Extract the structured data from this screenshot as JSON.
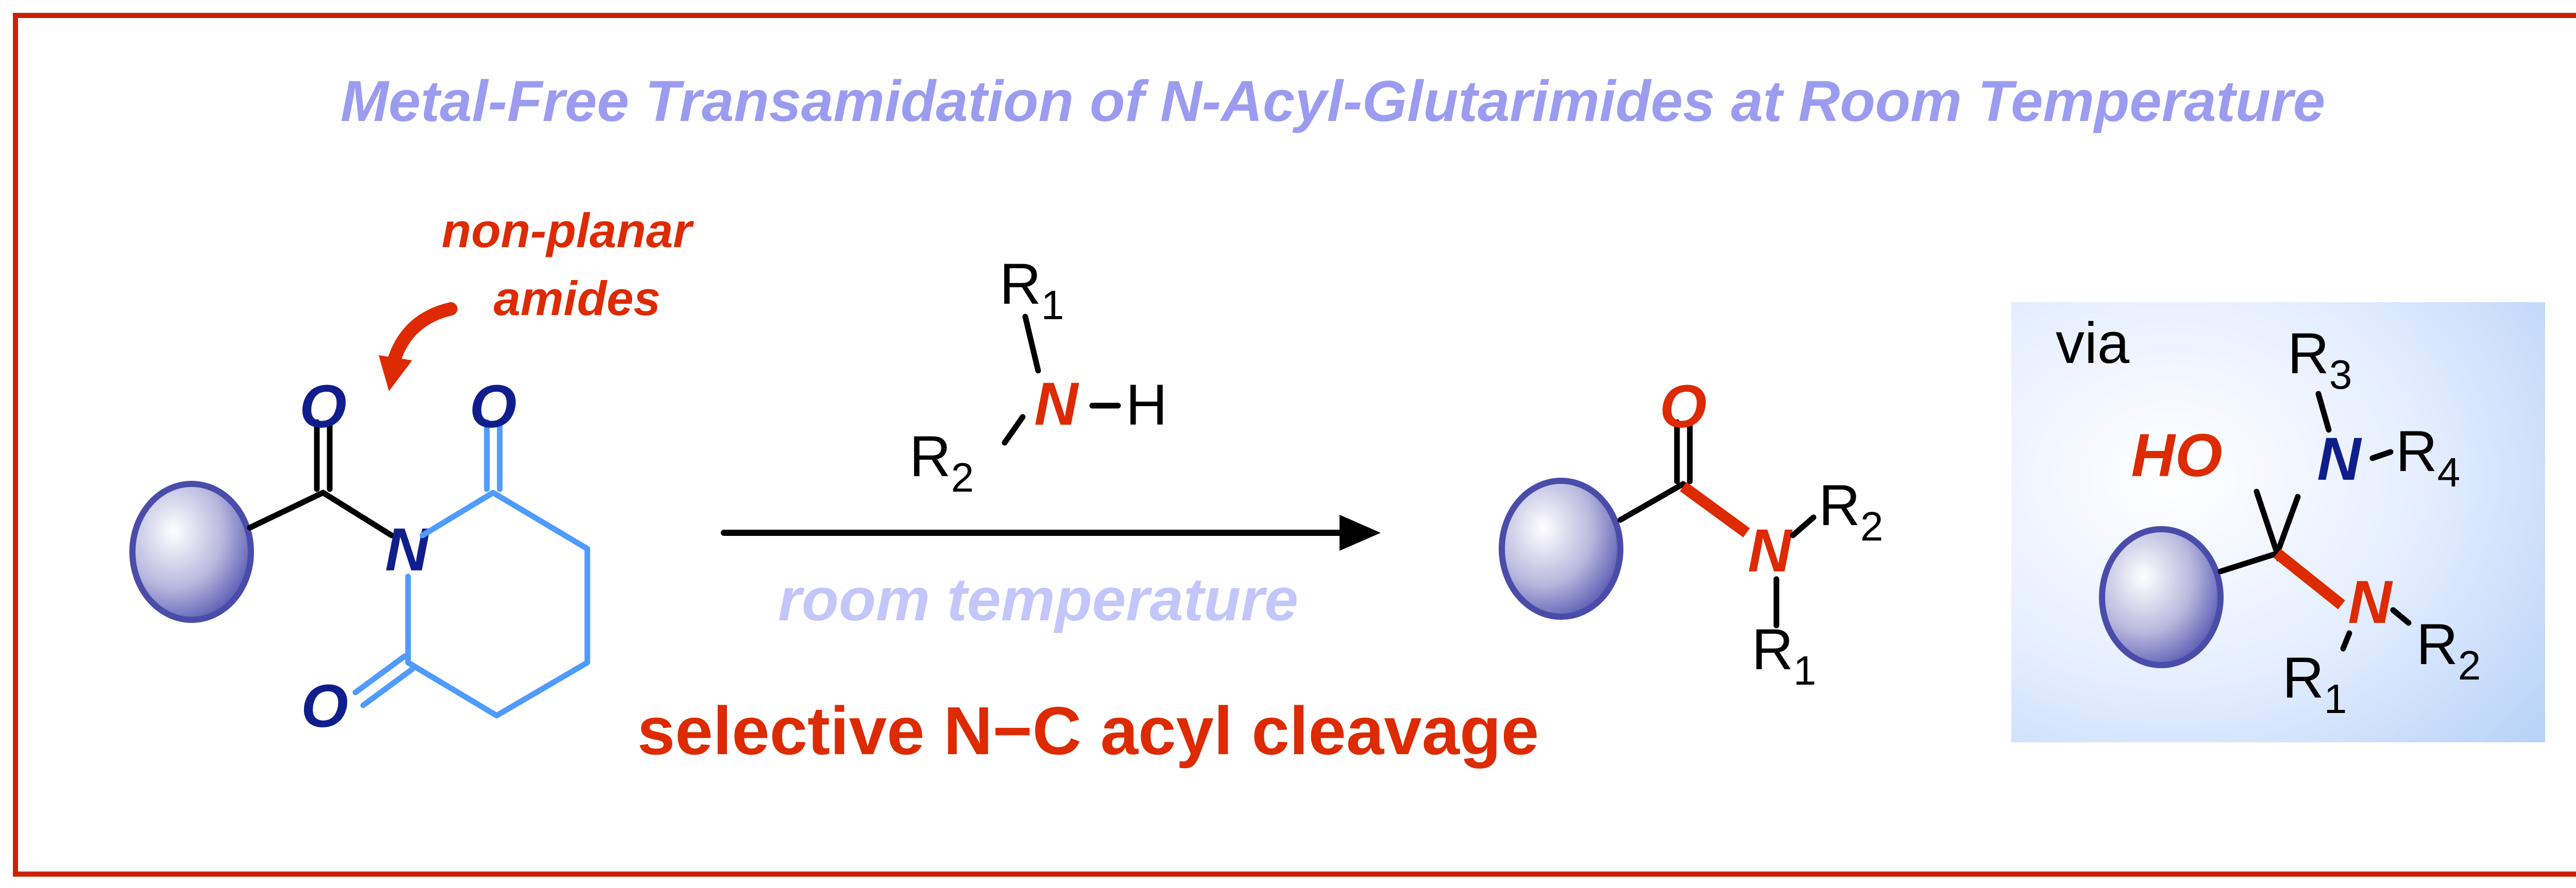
{
  "title": "Metal-Free Transamidation of N-Acyl-Glutarimides at Room Temperature",
  "annotation": {
    "line1": "non-planar",
    "line2": "amides"
  },
  "conditions": {
    "above_amine": {
      "r1": "R",
      "r1_sub": "1",
      "r2": "R",
      "r2_sub": "2",
      "n": "N",
      "h": "H"
    },
    "below": "room temperature"
  },
  "caption": "selective N−C acyl cleavage",
  "reactant": {
    "o_acyl": "O",
    "o_ring1": "O",
    "o_ring2": "O",
    "n": "N"
  },
  "product": {
    "o": "O",
    "n": "N",
    "r1": "R",
    "r1_sub": "1",
    "r2": "R",
    "r2_sub": "2"
  },
  "intermediate": {
    "via": "via",
    "ho": "HO",
    "n_top": "N",
    "n_bottom": "N",
    "r3": "R",
    "r3_sub": "3",
    "r4": "R",
    "r4_sub": "4",
    "r1": "R",
    "r1_sub": "1",
    "r2": "R",
    "r2_sub": "2"
  },
  "colors": {
    "border": "#cc2200",
    "title": "#9b9cf0",
    "accent_red": "#dd2a00",
    "nitrogen_blue": "#101e8c",
    "ring_blue": "#4f9bff"
  }
}
